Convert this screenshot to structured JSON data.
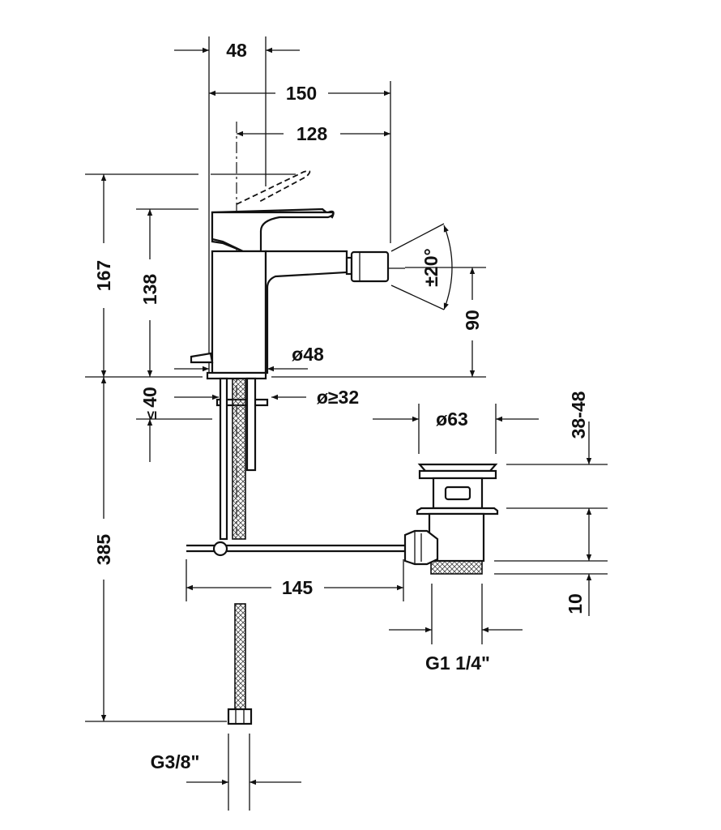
{
  "drawing": {
    "title": "Bidet mixer dimension drawing",
    "colors": {
      "line": "#111111",
      "background": "#ffffff"
    },
    "dimensions": {
      "handle_offset": "48",
      "overall_depth": "150",
      "spout_reach": "128",
      "overall_height": "167",
      "body_height": "138",
      "spout_height": "90",
      "body_diameter": "ø48",
      "swivel_angle": "±20°",
      "deck_thickness": "40",
      "deck_thickness_prefix": "≤",
      "hole_diameter": "ø≥32",
      "supply_length": "385",
      "pull_rod_length": "145",
      "waste_diameter": "ø63",
      "waste_range": "38-48",
      "thread_length": "10",
      "waste_thread": "G1 1/4\"",
      "supply_thread": "G3/8\""
    }
  }
}
